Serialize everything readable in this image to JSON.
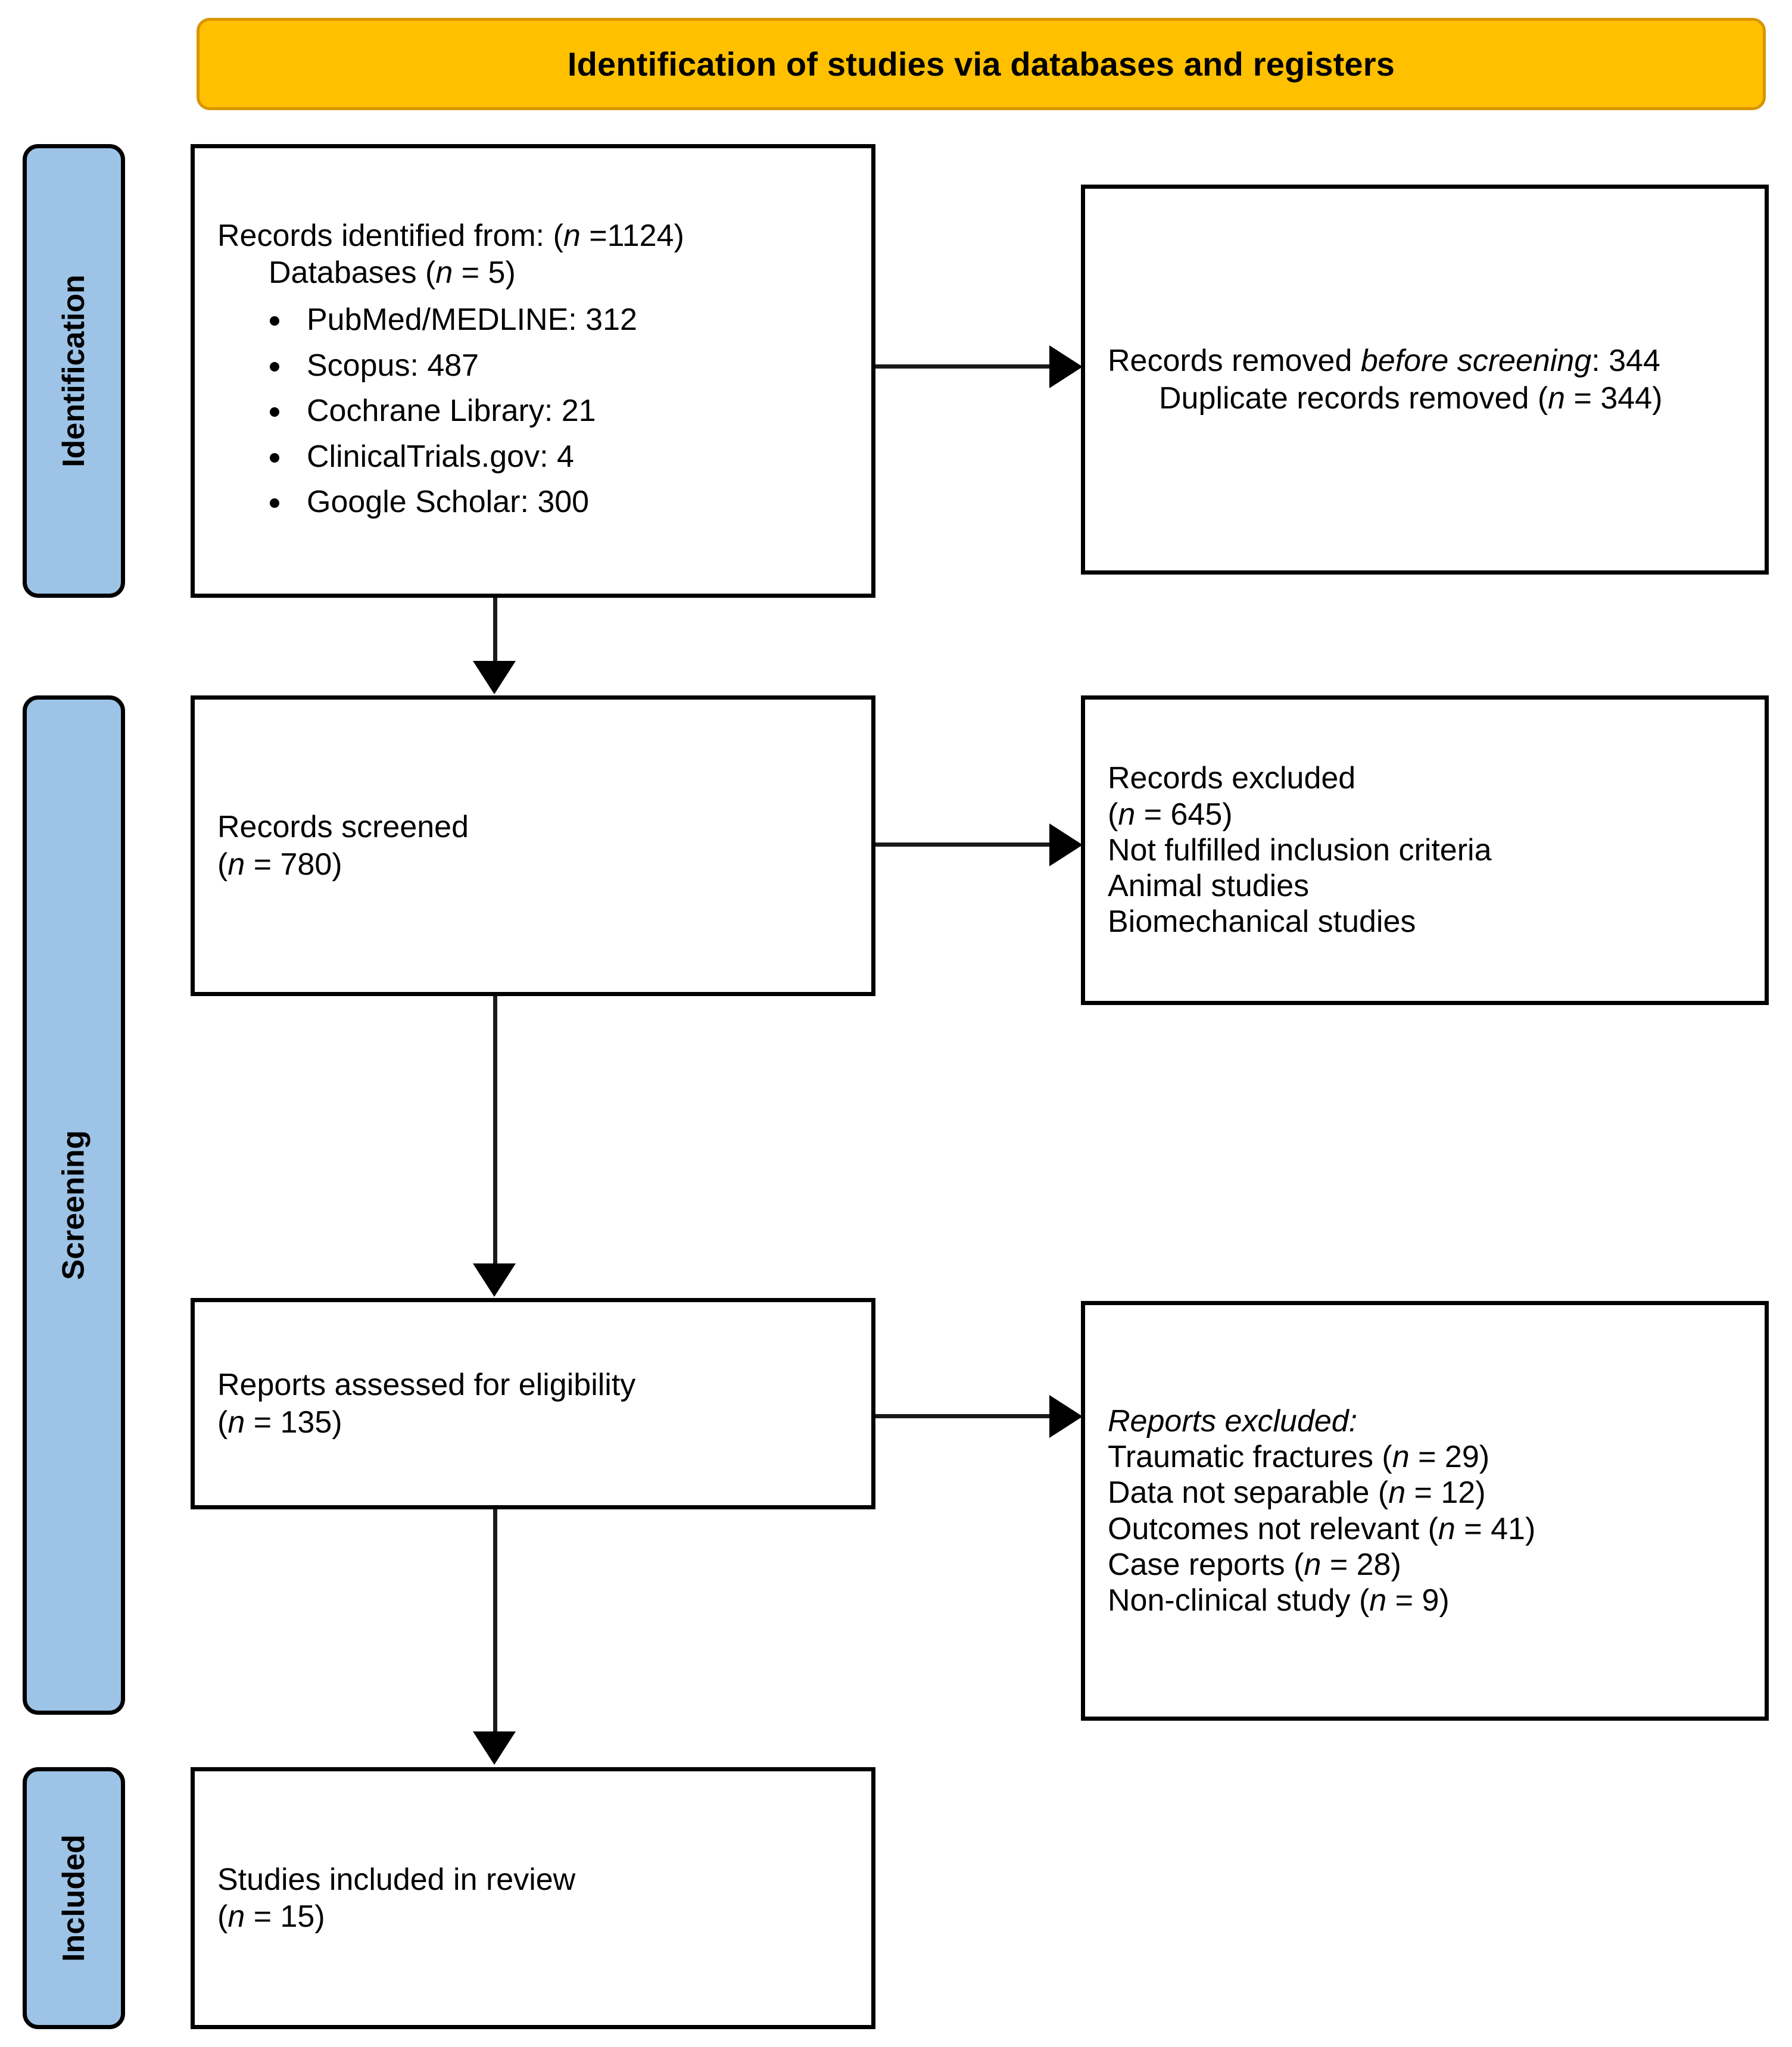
{
  "banner": {
    "title": "Identification of studies via databases and registers"
  },
  "stages": [
    {
      "id": "identification",
      "label": "Identification"
    },
    {
      "id": "screening",
      "label": "Screening"
    },
    {
      "id": "included",
      "label": "Included"
    }
  ],
  "boxes": {
    "identified": {
      "line1": "Records identified from: (n =1124)",
      "line1_prefix": "Records identified from: (",
      "line1_italic": "n",
      "line1_suffix": " =1124)",
      "line2_prefix": "Databases (",
      "line2_italic": "n",
      "line2_suffix": " = 5)",
      "databases": [
        "PubMed/MEDLINE: 312",
        "Scopus: 487",
        "Cochrane Library: 21",
        "ClinicalTrials.gov: 4",
        "Google Scholar: 300"
      ]
    },
    "removed": {
      "line1_prefix": "Records removed ",
      "line1_italic": "before screening",
      "line1_suffix": ": 344",
      "line2_prefix": "Duplicate records removed (",
      "line2_italic": "n",
      "line2_suffix": " = 344)"
    },
    "screened": {
      "line1": "Records screened",
      "line2_prefix": "(",
      "line2_italic": "n",
      "line2_suffix": " = 780)"
    },
    "records_excluded": {
      "line1": "Records excluded",
      "line2_prefix": "(",
      "line2_italic": "n",
      "line2_suffix": " = 645)",
      "reasons": [
        "Not fulfilled inclusion criteria",
        "Animal studies",
        "Biomechanical studies"
      ]
    },
    "eligibility": {
      "line1": "Reports assessed for eligibility",
      "line2_prefix": "(",
      "line2_italic": "n",
      "line2_suffix": " = 135)"
    },
    "reports_excluded": {
      "heading_italic": "Reports excluded:",
      "reasons": [
        {
          "label": "Traumatic fractures (",
          "italic": "n",
          "value": " = 29)"
        },
        {
          "label": "Data not separable (",
          "italic": "n",
          "value": " = 12)"
        },
        {
          "label": "Outcomes not relevant (",
          "italic": "n",
          "value": " = 41)"
        },
        {
          "label": "Case reports (",
          "italic": "n",
          "value": " = 28)"
        },
        {
          "label": "Non-clinical study (",
          "italic": "n",
          "value": " = 9)"
        }
      ]
    },
    "included": {
      "line1": "Studies included in review",
      "line2_prefix": "(",
      "line2_italic": "n",
      "line2_suffix": " = 15)"
    }
  },
  "colors": {
    "banner_fill": "#FFC000",
    "banner_border": "#D99500",
    "stage_fill": "#9DC3E6",
    "box_border": "#000000",
    "text": "#000000"
  }
}
